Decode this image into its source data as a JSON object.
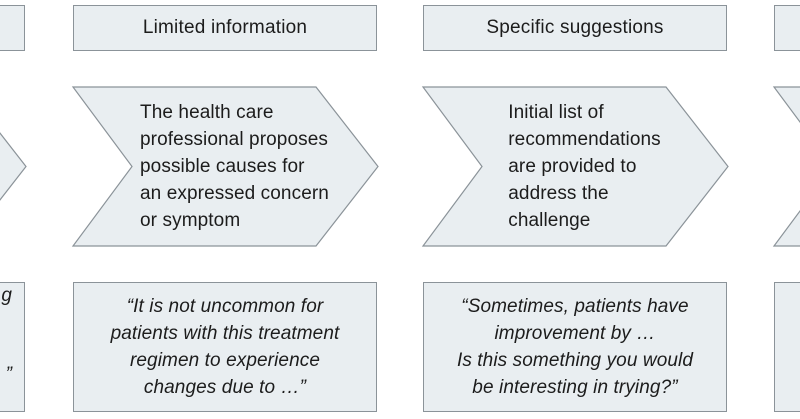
{
  "colors": {
    "shape_fill": "#e9eef1",
    "shape_border": "#8b9399",
    "text": "#1c1c1c",
    "background": "#ffffff"
  },
  "stages": [
    {
      "name": "previous-stage-partial",
      "header_label": "",
      "chevron_text": "",
      "quote_text": "",
      "quote_fragments": [
        {
          "text": "g"
        },
        {
          "text": "”"
        }
      ]
    },
    {
      "name": "limited-information",
      "header_label": "Limited information",
      "chevron_text": "The health care\nprofessional proposes\npossible causes for\nan expressed concern\nor symptom",
      "quote_text": "“It is not uncommon for\npatients with this treatment\nregimen to experience\nchanges due to …”"
    },
    {
      "name": "specific-suggestions",
      "header_label": "Specific suggestions",
      "chevron_text": "Initial list of\nrecommendations\nare provided to\naddress the\nchallenge",
      "quote_text": "“Sometimes, patients have\nimprovement by …\nIs this something you would\nbe interesting in trying?”"
    },
    {
      "name": "next-stage-partial",
      "header_label": "",
      "chevron_text": "",
      "quote_text": ""
    }
  ]
}
